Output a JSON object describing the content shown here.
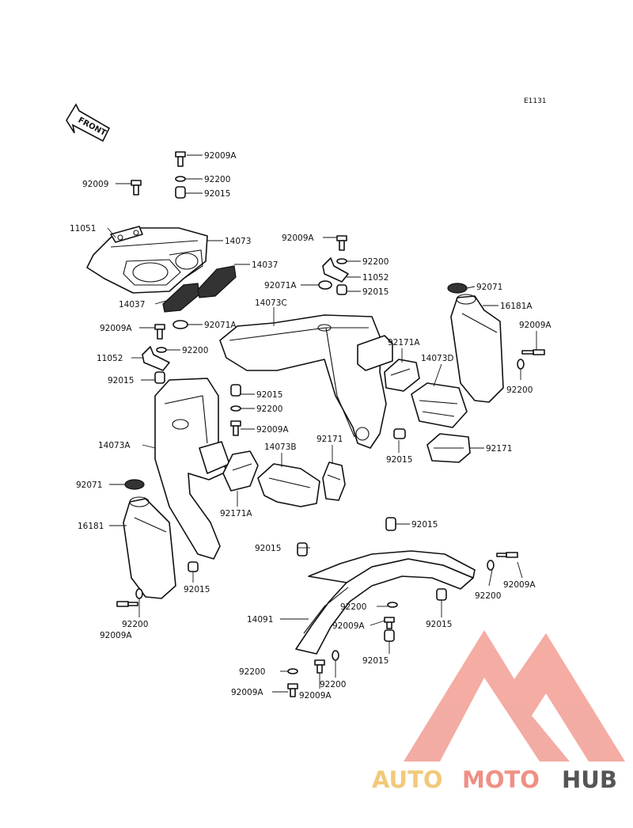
{
  "diagram_code": "E1131",
  "front_label": "FRONT",
  "watermark": {
    "part1": "AUTO",
    "part2": "MOTO",
    "part3": "HUB",
    "color_auto": "#f2c97a",
    "color_moto": "#f08f84",
    "color_hub": "#555555",
    "logo_color": "#f29e93"
  },
  "labels": [
    "92009A",
    "92200",
    "92015",
    "92009",
    "11051",
    "14073",
    "14037",
    "14037",
    "92009A",
    "92200",
    "11052",
    "92071A",
    "92015",
    "14073C",
    "92009A",
    "92071A",
    "11052",
    "92200",
    "92015",
    "92015",
    "92200",
    "92009A",
    "14073A",
    "92171A",
    "14073D",
    "92071",
    "16181A",
    "92009A",
    "92200",
    "92015",
    "92171",
    "92171",
    "14073B",
    "92171A",
    "92071",
    "16181",
    "92015",
    "92200",
    "92009A",
    "92015",
    "92015",
    "92009A",
    "92200",
    "92015",
    "92200",
    "14091",
    "92009A",
    "92015",
    "92200",
    "92200",
    "92009A",
    "92009A"
  ]
}
